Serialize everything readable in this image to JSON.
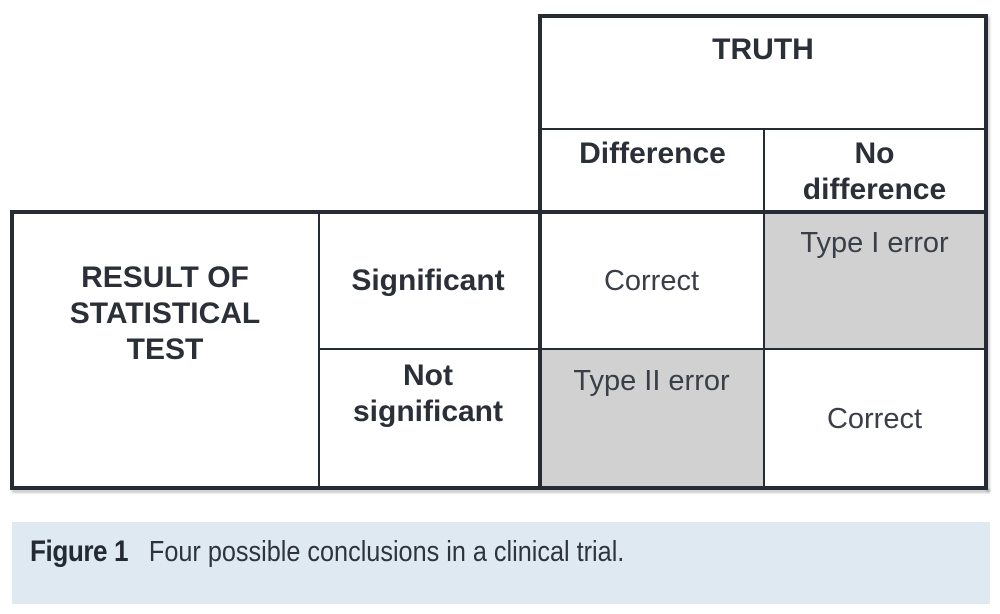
{
  "table": {
    "column_group_title": "TRUTH",
    "row_group_title": "RESULT OF STATISTICAL TEST",
    "column_headers": [
      "Difference",
      "No difference"
    ],
    "row_headers": [
      "Significant",
      "Not significant"
    ],
    "cells": {
      "significant_difference": "Correct",
      "significant_no_difference": "Type I error",
      "not_significant_difference": "Type II error",
      "not_significant_no_difference": "Correct"
    },
    "shaded_cells": [
      "significant_no_difference",
      "not_significant_difference"
    ]
  },
  "figure": {
    "caption_label": "Figure 1",
    "caption_text": "Four possible conclusions in a clinical trial."
  },
  "colors": {
    "border": "#272b33",
    "shaded-cell": "#d1d1d2",
    "caption-bg": "#dfe9f1",
    "heading-text": "#2b2f38",
    "cell-text": "#3a3e46",
    "caption-text": "#2e343d"
  }
}
